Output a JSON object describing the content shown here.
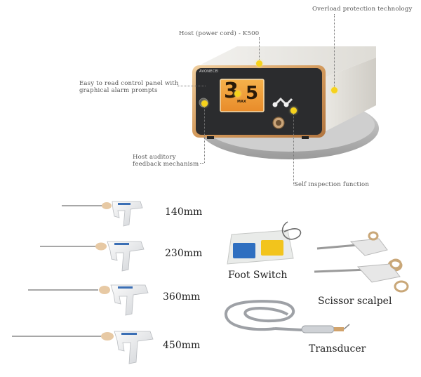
{
  "callouts": {
    "overload": "Overload protection technology",
    "host": "Host (power cord) - K500",
    "control_panel_line1": "Easy to read control panel with",
    "control_panel_line2": "graphical alarm prompts",
    "auditory_line1": "Host auditory",
    "auditory_line2": "feedback mechanism",
    "self_inspection": "Self inspection function"
  },
  "device": {
    "brand": "AVONECEI",
    "display_left": "3",
    "display_right": "5",
    "display_max": "MAX"
  },
  "instruments": [
    {
      "length": "140mm"
    },
    {
      "length": "230mm"
    },
    {
      "length": "360mm"
    },
    {
      "length": "450mm"
    }
  ],
  "accessories": {
    "foot_switch": "Foot Switch",
    "scissor": "Scissor scalpel",
    "transducer": "Transducer"
  },
  "colors": {
    "accent_gold": "#d9a86a",
    "callout_dot": "#f6d21c",
    "display": "#f0a33a"
  }
}
